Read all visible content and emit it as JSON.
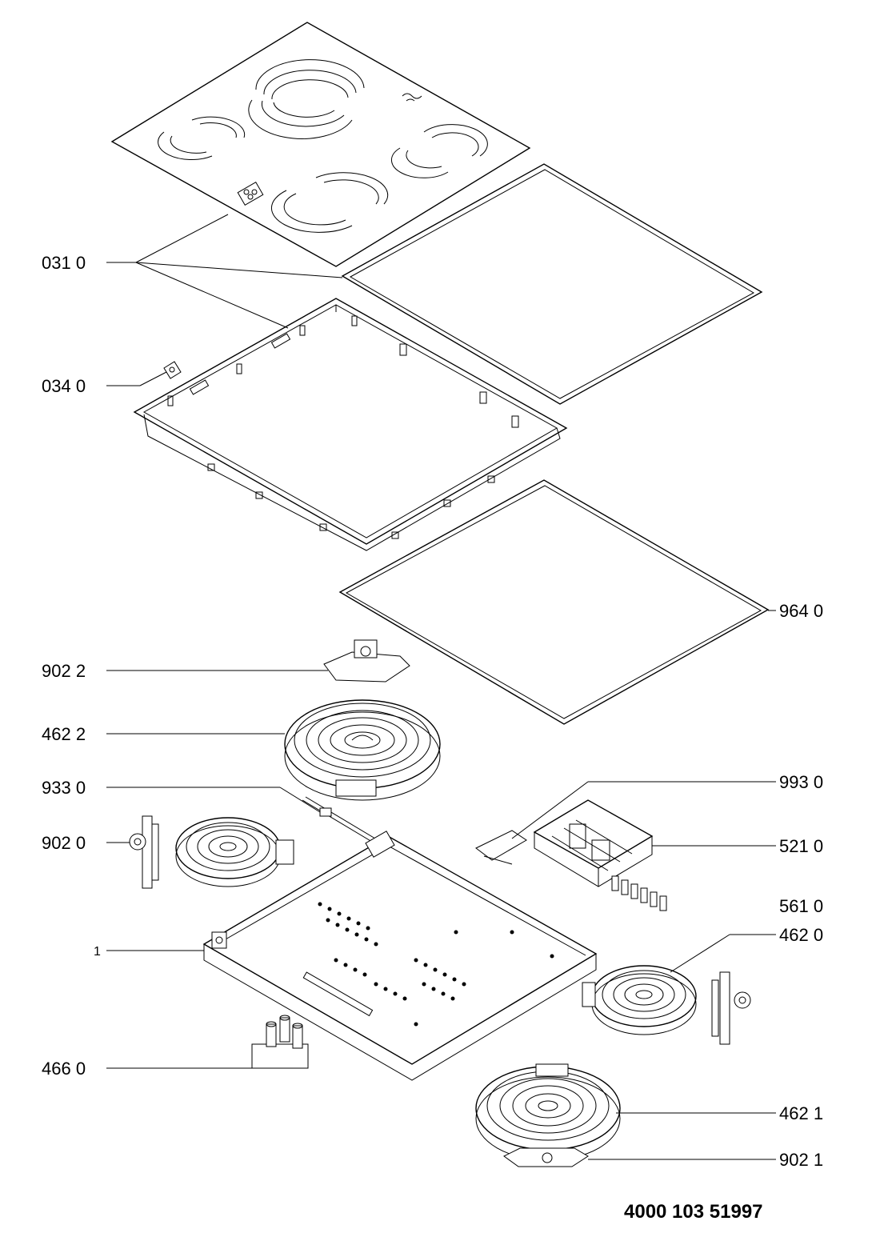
{
  "drawing": {
    "title_code": "4000 103 51997",
    "callouts": {
      "top_frame": "031 0",
      "clip": "034 0",
      "gasket": "964 0",
      "bracket_large_rear": "902 2",
      "heater_large": "462 2",
      "sensor": "933 0",
      "bracket_small_left": "902 0",
      "bracket_module": "993 0",
      "control_module": "521 0",
      "module_sub": "561 0",
      "base_pan": "1",
      "heater_small_right": "462 0",
      "terminal_block": "466 0",
      "heater_front": "462 1",
      "bracket_front": "902 1"
    }
  }
}
